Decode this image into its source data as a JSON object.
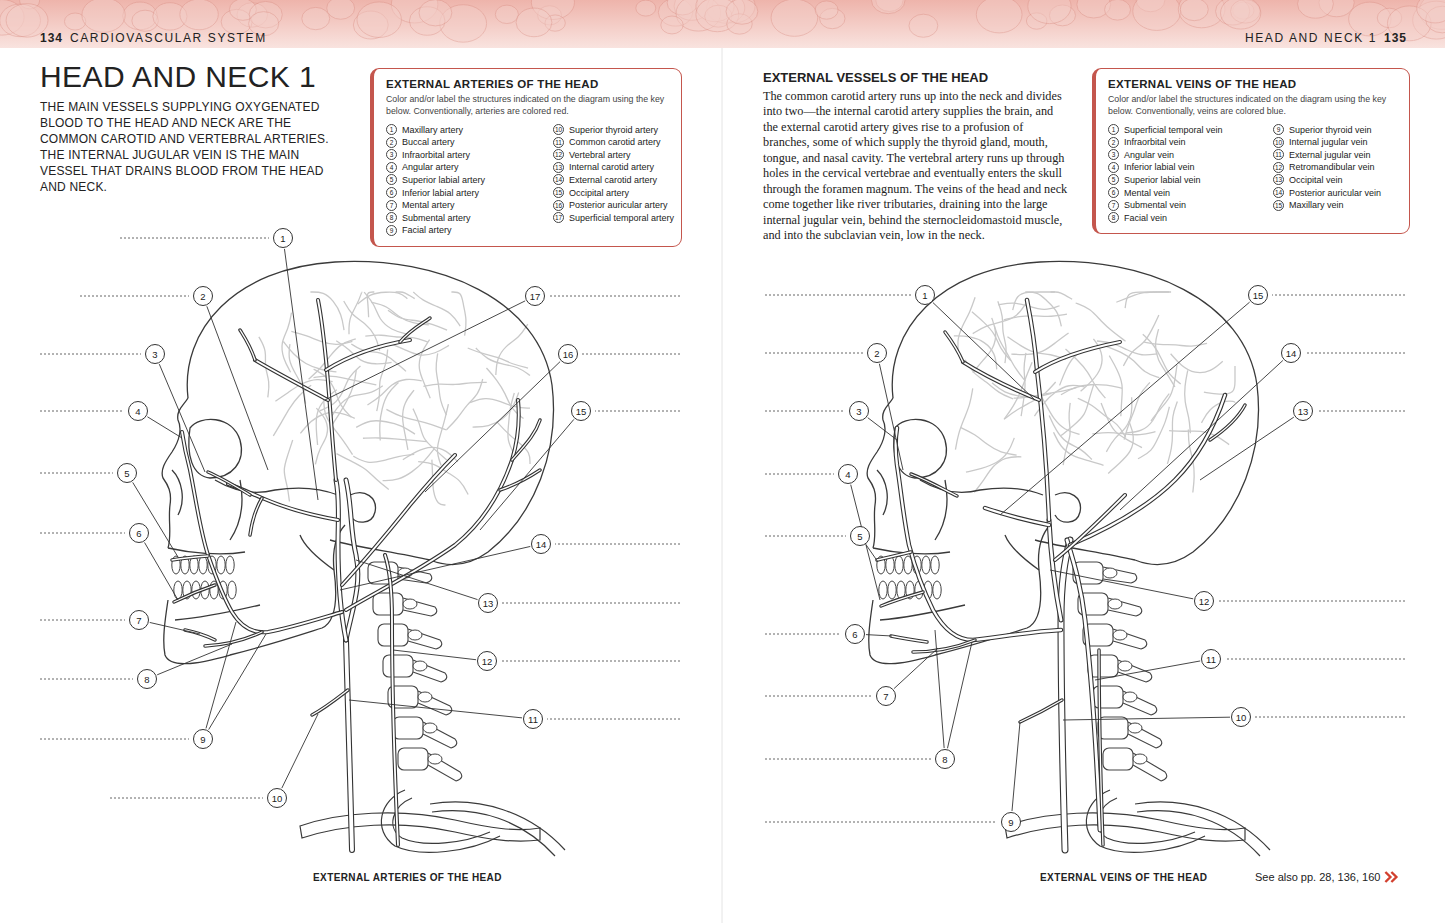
{
  "diagram": {
    "title": "HEAD AND NECK 1",
    "nodes": [
      {
        "text": [
          "EXTERNAL ARTERIES OF THE HEAD",
          "Color and/or label the structures indicated on the diagram using the key below. Conventionally, arteries are colored red."
        ]
      },
      {
        "text": [
          "1",
          "Maxillary artery"
        ],
        "in": 0
      },
      {
        "text": [
          "2",
          "Buccal artery"
        ],
        "in": 0
      },
      {
        "text": [
          "3",
          "Infraorbital artery"
        ],
        "in": 0
      },
      {
        "text": [
          "4",
          "Angular artery"
        ],
        "in": 0
      },
      {
        "text": [
          "5",
          "Superior labial artery"
        ],
        "in": 0
      },
      {
        "text": [
          "6",
          "Inferior labial artery"
        ],
        "in": 0
      },
      {
        "text": [
          "7",
          "Mental artery"
        ],
        "in": 0
      },
      {
        "text": [
          "8",
          "Submental artery"
        ],
        "in": 0
      },
      {
        "text": [
          "9",
          "Facial artery"
        ],
        "in": 0
      },
      {
        "text": [
          "10",
          "Superior thyroid artery"
        ],
        "in": 0
      },
      {
        "text": [
          "11",
          "Common carotid artery"
        ],
        "in": 0
      },
      {
        "text": [
          "12",
          "Vertebral artery"
        ],
        "in": 0
      },
      {
        "text": [
          "13",
          "Internal carotid artery"
        ],
        "in": 0
      },
      {
        "text": [
          "14",
          "External carotid artery"
        ],
        "in": 0
      },
      {
        "text": [
          "15",
          "Occipital artery"
        ],
        "in": 0
      },
      {
        "text": [
          "16",
          "Posterior auricular artery"
        ],
        "in": 0
      },
      {
        "text": [
          "17",
          "Superficial temporal artery"
        ],
        "in": 0
      },
      {
        "text": [
          "1"
        ]
      },
      {
        "text": [
          "2"
        ]
      },
      {
        "text": [
          "3"
        ]
      },
      {
        "text": [
          "4"
        ]
      },
      {
        "text": [
          "5"
        ]
      },
      {
        "text": [
          "6"
        ]
      },
      {
        "text": [
          "7"
        ]
      },
      {
        "text": [
          "8"
        ]
      },
      {
        "text": [
          "9"
        ]
      },
      {
        "text": [
          "10"
        ]
      },
      {
        "text": [
          "11"
        ]
      },
      {
        "text": [
          "12"
        ]
      },
      {
        "text": [
          "13"
        ]
      },
      {
        "text": [
          "14"
        ]
      },
      {
        "text": [
          "15"
        ]
      },
      {
        "text": [
          "16"
        ]
      },
      {
        "text": [
          "17"
        ]
      },
      {
        "text": [
          "EXTERNAL VEINS OF THE HEAD",
          "Color and/or label the structures indicated on the diagram using the key below. Conventionally, veins are colored blue."
        ]
      },
      {
        "text": [
          "1",
          "Superficial temporal vein"
        ],
        "in": 35
      },
      {
        "text": [
          "2",
          "Infraorbital vein"
        ],
        "in": 35
      },
      {
        "text": [
          "3",
          "Angular vein"
        ],
        "in": 35
      },
      {
        "text": [
          "4",
          "Inferior labial vein"
        ],
        "in": 35
      },
      {
        "text": [
          "5",
          "Superior labial vein"
        ],
        "in": 35
      },
      {
        "text": [
          "6",
          "Mental vein"
        ],
        "in": 35
      },
      {
        "text": [
          "7",
          "Submental vein"
        ],
        "in": 35
      },
      {
        "text": [
          "8",
          "Facial vein"
        ],
        "in": 35
      },
      {
        "text": [
          "9",
          "Superior thyroid vein"
        ],
        "in": 35
      },
      {
        "text": [
          "10",
          "Internal jugular vein"
        ],
        "in": 35
      },
      {
        "text": [
          "11",
          "External jugular vein"
        ],
        "in": 35
      },
      {
        "text": [
          "12",
          "Retromandibular vein"
        ],
        "in": 35
      },
      {
        "text": [
          "13",
          "Occipital vein"
        ],
        "in": 35
      },
      {
        "text": [
          "14",
          "Posterior auricular vein"
        ],
        "in": 35
      },
      {
        "text": [
          "15",
          "Maxillary vein"
        ],
        "in": 35
      },
      {
        "text": [
          "1"
        ]
      },
      {
        "text": [
          "2"
        ]
      },
      {
        "text": [
          "3"
        ]
      },
      {
        "text": [
          "4"
        ]
      },
      {
        "text": [
          "5"
        ]
      },
      {
        "text": [
          "6"
        ]
      },
      {
        "text": [
          "7"
        ]
      },
      {
        "text": [
          "8"
        ]
      },
      {
        "text": [
          "9"
        ]
      },
      {
        "text": [
          "10"
        ]
      },
      {
        "text": [
          "11"
        ]
      },
      {
        "text": [
          "12"
        ]
      },
      {
        "text": [
          "13"
        ]
      },
      {
        "text": [
          "14"
        ]
      },
      {
        "text": [
          "15"
        ]
      }
    ],
    "labels": [
      "134",
      "CARDIOVASCULAR SYSTEM",
      "HEAD AND NECK 1",
      "135",
      "THE MAIN VESSELS SUPPLYING OXYGENATED BLOOD TO THE HEAD AND NECK ARE THE COMMON CAROTID AND VERTEBRAL ARTERIES. THE INTERNAL JUGULAR VEIN IS THE MAIN VESSEL THAT DRAINS BLOOD FROM THE HEAD AND NECK.",
      "EXTERNAL VESSELS OF THE HEAD",
      "The common carotid artery runs up into the neck and divides into two—the internal carotid artery supplies the brain, and the external carotid artery gives rise to a profusion of branches, some of which supply the thyroid gland, mouth, tongue, and nasal cavity. The vertebral artery runs up through holes in the cervical vertebrae and eventually enters the skull through the foramen magnum. The veins of the head and neck come together like river tributaries, draining into the large internal jugular vein, behind the sternocleidomastoid muscle, and into the subclavian vein, low in the neck.",
      "EXTERNAL ARTERIES OF THE HEAD",
      "EXTERNAL VEINS OF THE HEAD",
      "See also pp. 28, 136, 160"
    ]
  }
}
